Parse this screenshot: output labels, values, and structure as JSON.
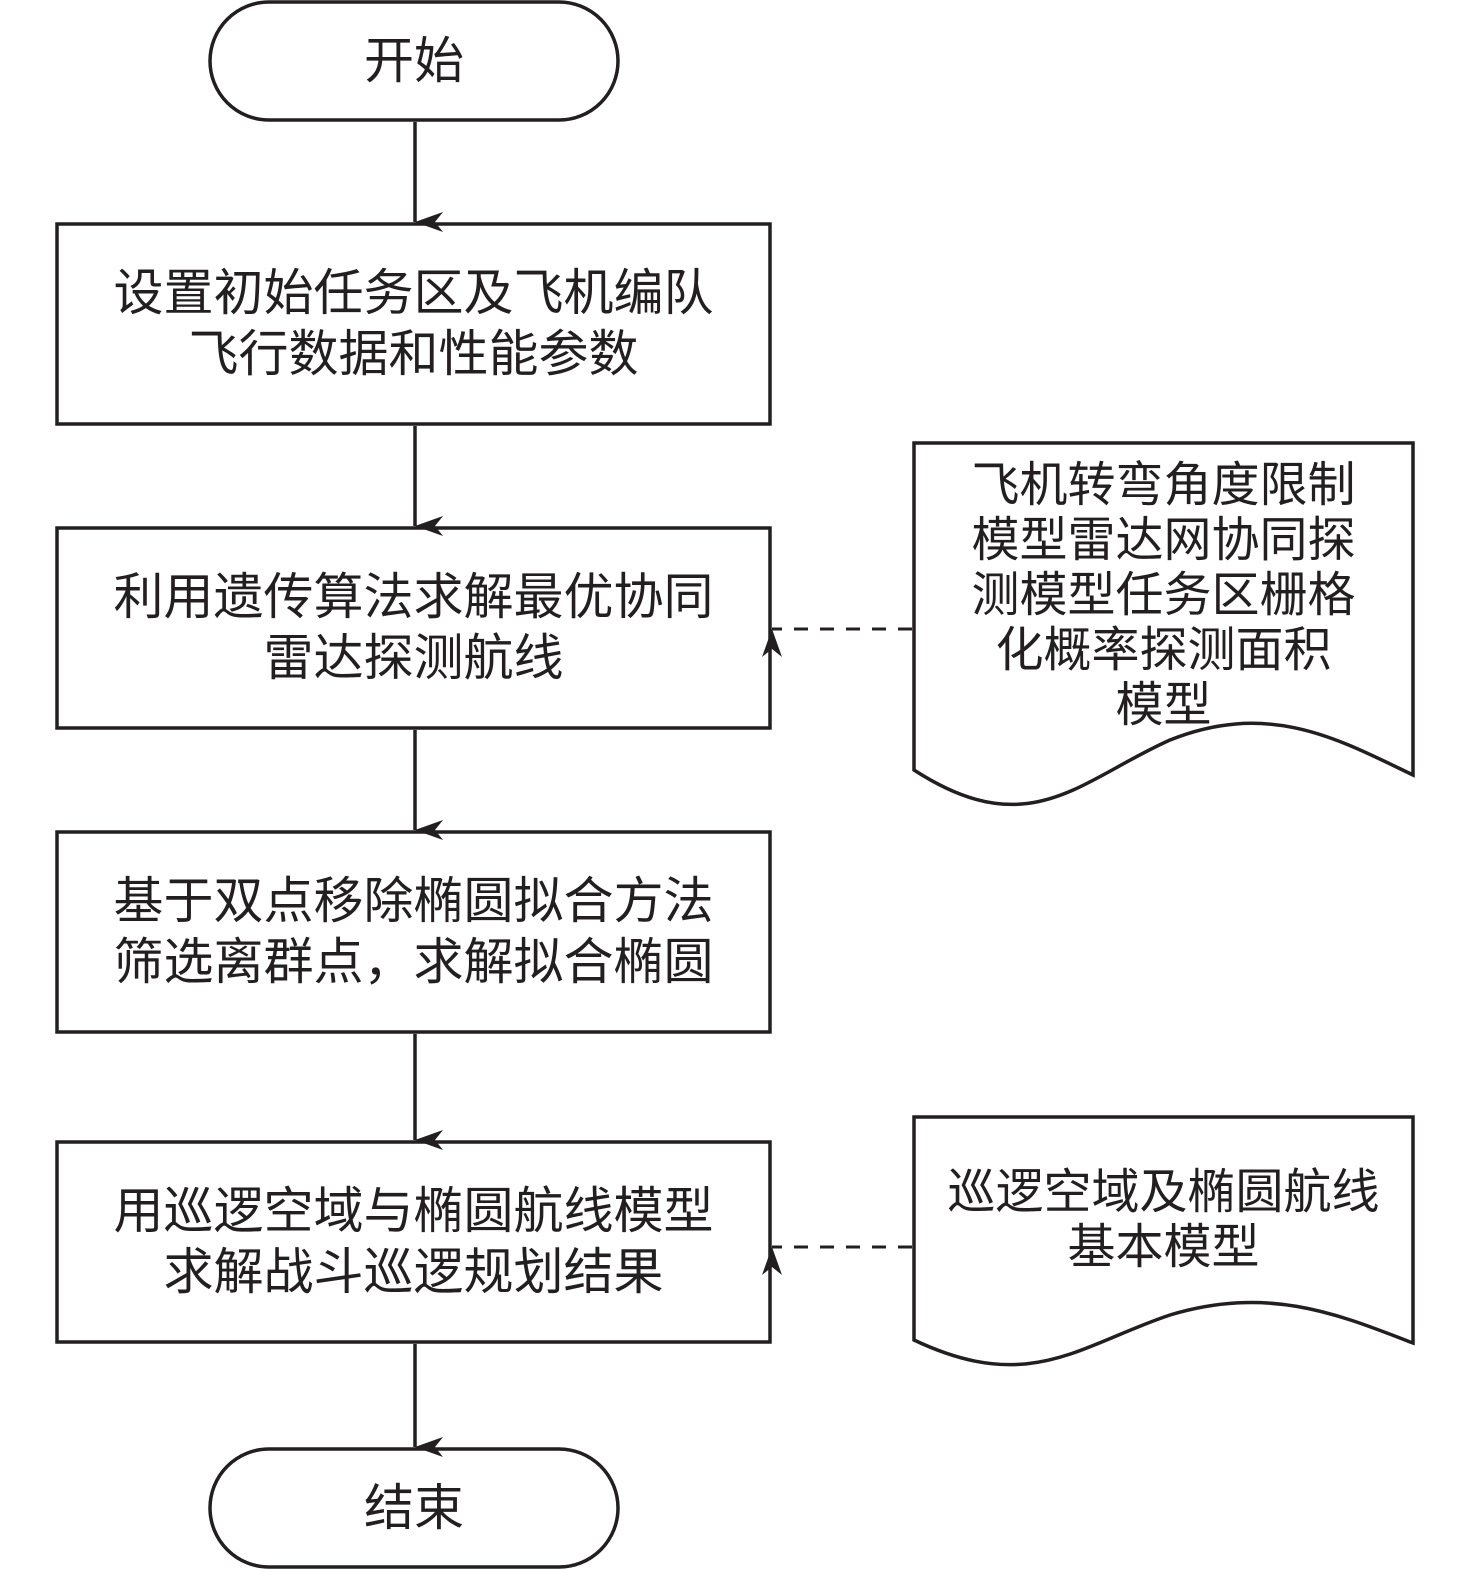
{
  "diagram": {
    "type": "flowchart",
    "colors": {
      "stroke": "#231f20",
      "background": "#ffffff",
      "text": "#231f20"
    },
    "nodes": [
      {
        "id": "start",
        "shape": "terminator",
        "text": "开始"
      },
      {
        "id": "step1",
        "shape": "process",
        "text": "设置初始任务区及飞机编队\n飞行数据和性能参数"
      },
      {
        "id": "step2",
        "shape": "process",
        "text": "利用遗传算法求解最优协同\n雷达探测航线"
      },
      {
        "id": "step3",
        "shape": "process",
        "text": "基于双点移除椭圆拟合方法\n筛选离群点，求解拟合椭圆"
      },
      {
        "id": "step4",
        "shape": "process",
        "text": "用巡逻空域与椭圆航线模型\n求解战斗巡逻规划结果"
      },
      {
        "id": "end",
        "shape": "terminator",
        "text": "结束"
      },
      {
        "id": "input1",
        "shape": "document",
        "text": "飞机转弯角度限制\n模型雷达网协同探\n测模型任务区栅格\n化概率探测面积\n模型"
      },
      {
        "id": "input2",
        "shape": "document",
        "text": "巡逻空域及椭圆航线\n基本模型"
      }
    ],
    "edges": [
      {
        "from": "start",
        "to": "step1",
        "style": "solid"
      },
      {
        "from": "step1",
        "to": "step2",
        "style": "solid"
      },
      {
        "from": "step2",
        "to": "step3",
        "style": "solid"
      },
      {
        "from": "step3",
        "to": "step4",
        "style": "solid"
      },
      {
        "from": "step4",
        "to": "end",
        "style": "solid"
      },
      {
        "from": "input1",
        "to": "step2",
        "style": "dashed"
      },
      {
        "from": "input2",
        "to": "step4",
        "style": "dashed"
      }
    ]
  }
}
